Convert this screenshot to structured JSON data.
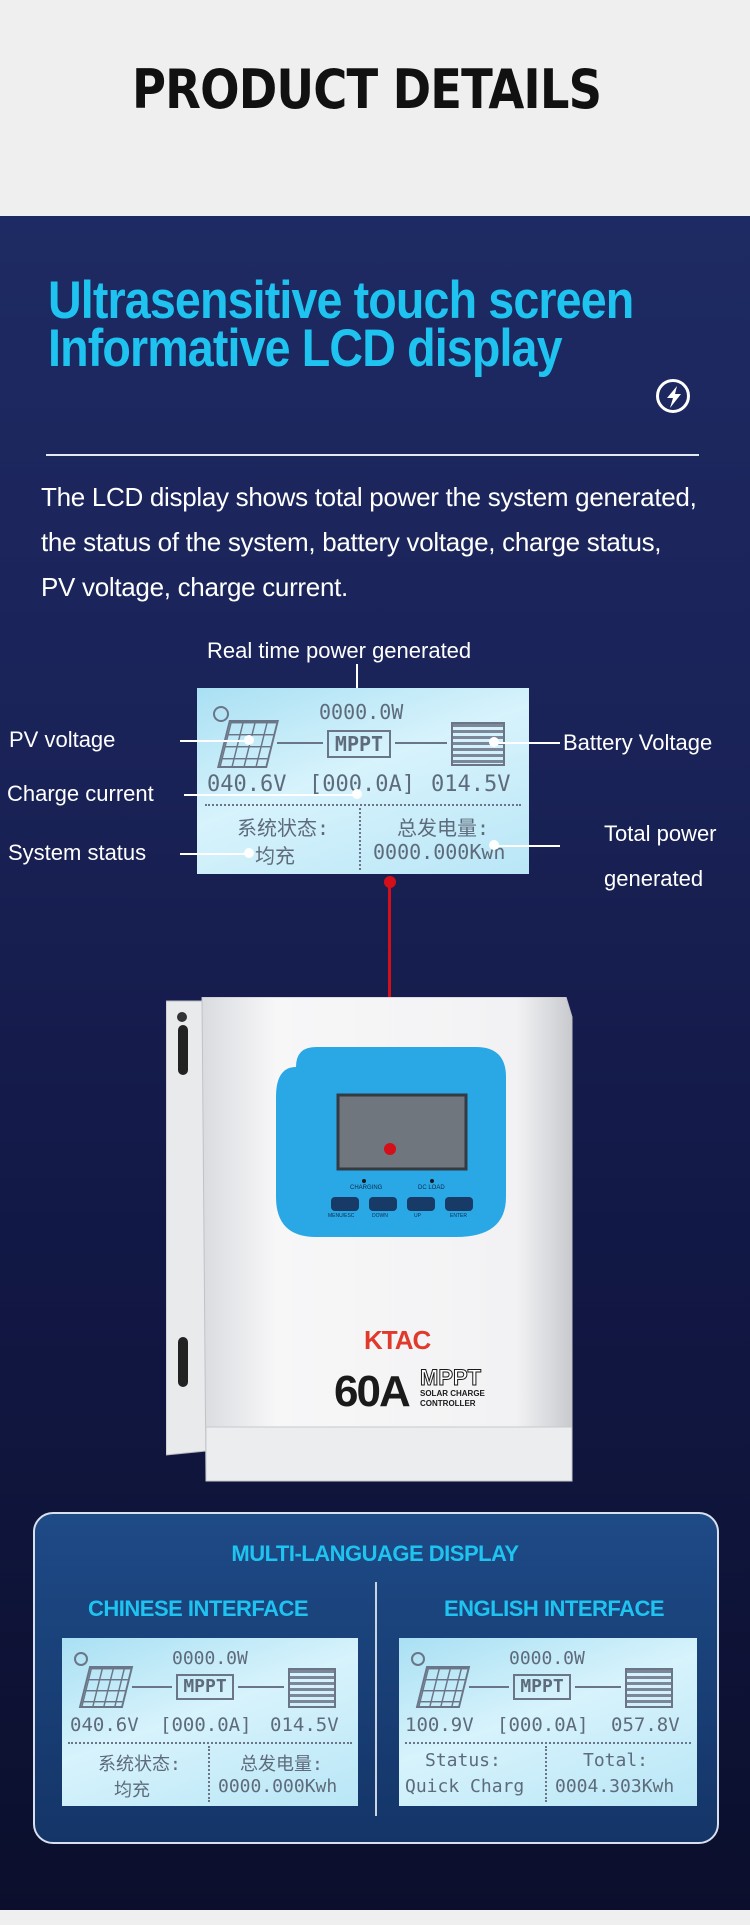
{
  "header": {
    "title": "PRODUCT DETAILS"
  },
  "headline": {
    "line1": "Ultrasensitive touch screen",
    "line2": "Informative LCD display"
  },
  "icons": {
    "bolt": "lightning-bolt-icon"
  },
  "description": {
    "line1": "The LCD display shows total power the system generated,",
    "line2": "the status of the system, battery voltage, charge status,",
    "line3": "PV voltage, charge current."
  },
  "callouts": {
    "realtime": "Real time power generated",
    "pv_voltage": "PV voltage",
    "charge_current": "Charge current",
    "system_status": "System status",
    "battery_voltage": "Battery Voltage",
    "total_power_1": "Total power",
    "total_power_2": "generated"
  },
  "lcd_main": {
    "power": "0000.0W",
    "mode": "MPPT",
    "pv": "040.6V",
    "current": "[000.0A]",
    "battery": "014.5V",
    "status_label": "系统状态:",
    "status_value": "均充",
    "total_label": "总发电量:",
    "total_value": "0000.000Kwh"
  },
  "device": {
    "brand": "KTAC",
    "rating": "60A",
    "type": "MPPT",
    "subtitle1": "SOLAR CHARGE",
    "subtitle2": "CONTROLLER",
    "led1": "CHARGING",
    "led2": "DC LOAD",
    "buttons": [
      "MENU/ESC",
      "DOWN",
      "UP",
      "ENTER"
    ],
    "panel_color": "#2aa8e6",
    "brand_color": "#e03a2c"
  },
  "multi": {
    "title": "MULTI-LANGUAGE DISPLAY",
    "chinese_title": "CHINESE INTERFACE",
    "english_title": "ENGLISH INTERFACE"
  },
  "lcd_cn": {
    "power": "0000.0W",
    "mode": "MPPT",
    "pv": "040.6V",
    "current": "[000.0A]",
    "battery": "014.5V",
    "status_label": "系统状态:",
    "status_value": "均充",
    "total_label": "总发电量:",
    "total_value": "0000.000Kwh"
  },
  "lcd_en": {
    "power": "0000.0W",
    "mode": "MPPT",
    "pv": "100.9V",
    "current": "[000.0A]",
    "battery": "057.8V",
    "status_label": "Status:",
    "status_value": "Quick Charg",
    "total_label": "Total:",
    "total_value": "0004.303Kwh"
  },
  "colors": {
    "accent": "#1ec3f0",
    "background": "#1a2358",
    "leader_red": "#d3101a"
  }
}
